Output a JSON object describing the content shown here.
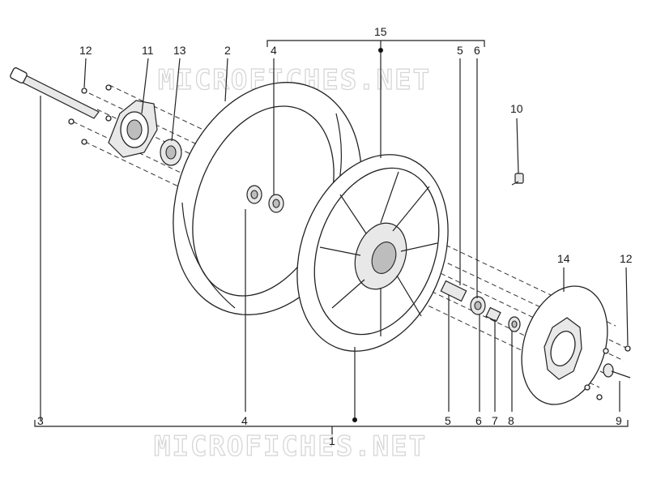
{
  "watermark_top": "MICROFICHES.NET",
  "watermark_bottom": "MICROFICHES.NET",
  "labels": {
    "l15": "15",
    "l12a": "12",
    "l11": "11",
    "l13": "13",
    "l2": "2",
    "l4a": "4",
    "l5a": "5",
    "l6a": "6",
    "l10": "10",
    "l14": "14",
    "l12b": "12",
    "l3": "3",
    "l4b": "4",
    "l5b": "5",
    "l6b": "6",
    "l7": "7",
    "l8": "8",
    "l9": "9",
    "l1": "1"
  }
}
